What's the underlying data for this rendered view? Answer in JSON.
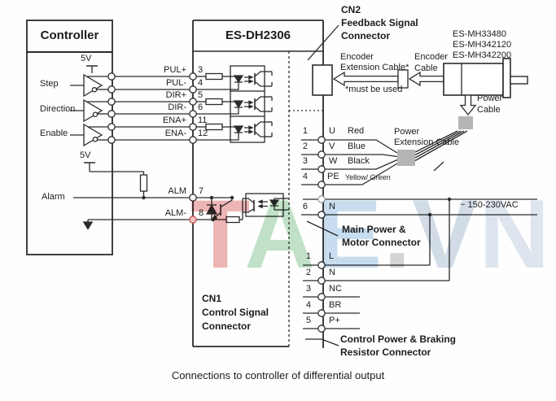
{
  "caption": "Connections to controller of differential output",
  "controller": {
    "title": "Controller",
    "rail_top": "5V",
    "rail_alarm": "5V",
    "inputs": {
      "step": "Step",
      "direction": "Direction",
      "enable": "Enable",
      "alarm": "Alarm"
    }
  },
  "drive": {
    "title": "ES-DH2306",
    "cn1": {
      "lines": [
        "CN1",
        "Control Signal",
        "Connector"
      ],
      "pins": [
        {
          "num": "3",
          "label": "PUL+"
        },
        {
          "num": "4",
          "label": "PUL-"
        },
        {
          "num": "5",
          "label": "DIR+"
        },
        {
          "num": "6",
          "label": "DIR-"
        },
        {
          "num": "11",
          "label": "ENA+"
        },
        {
          "num": "12",
          "label": "ENA-"
        },
        {
          "num": "7",
          "label": "ALM"
        },
        {
          "num": "8",
          "label": "ALM-"
        }
      ]
    },
    "cn2": {
      "lines": [
        "CN2",
        "Feedback Signal",
        "Connector"
      ]
    },
    "main_power": {
      "lines": [
        "Main Power &",
        "Motor Connector"
      ],
      "ac": "~ 150-230VAC",
      "pins": [
        {
          "num": "1",
          "name": "U",
          "wire": "Red"
        },
        {
          "num": "2",
          "name": "V",
          "wire": "Blue"
        },
        {
          "num": "3",
          "name": "W",
          "wire": "Black"
        },
        {
          "num": "4",
          "name": "PE",
          "wire": "Yellow/ Green"
        },
        {
          "num": "6",
          "name": "N",
          "wire": ""
        }
      ]
    },
    "control_power": {
      "lines": [
        "Control Power & Braking",
        "Resistor Connector"
      ],
      "pins": [
        {
          "num": "1",
          "name": "L"
        },
        {
          "num": "2",
          "name": "N"
        },
        {
          "num": "3",
          "name": "NC"
        },
        {
          "num": "4",
          "name": "BR"
        },
        {
          "num": "5",
          "name": "P+"
        }
      ]
    }
  },
  "cables": {
    "encoder_ext": [
      "Encoder",
      "Extension Cable*"
    ],
    "encoder_ext_note": "*must be used",
    "encoder": [
      "Encoder",
      "Cable"
    ],
    "power_ext": [
      "Power",
      "Extension Cable"
    ],
    "power": [
      "Power",
      "Cable"
    ]
  },
  "motor": {
    "models": [
      "ES-MH33480",
      "ES-MH342120",
      "ES-MH342200"
    ]
  },
  "watermark": [
    {
      "ch": "T",
      "color": "rgba(224,122,122,0.55)"
    },
    {
      "ch": "A",
      "color": "rgba(132,198,146,0.50)"
    },
    {
      "ch": "E",
      "color": "rgba(146,188,226,0.50)"
    },
    {
      "ch": ".",
      "color": "rgba(150,150,150,0.40)"
    },
    {
      "ch": "V",
      "color": "rgba(158,180,204,0.45)"
    },
    {
      "ch": "N",
      "color": "rgba(170,190,212,0.38)"
    }
  ]
}
